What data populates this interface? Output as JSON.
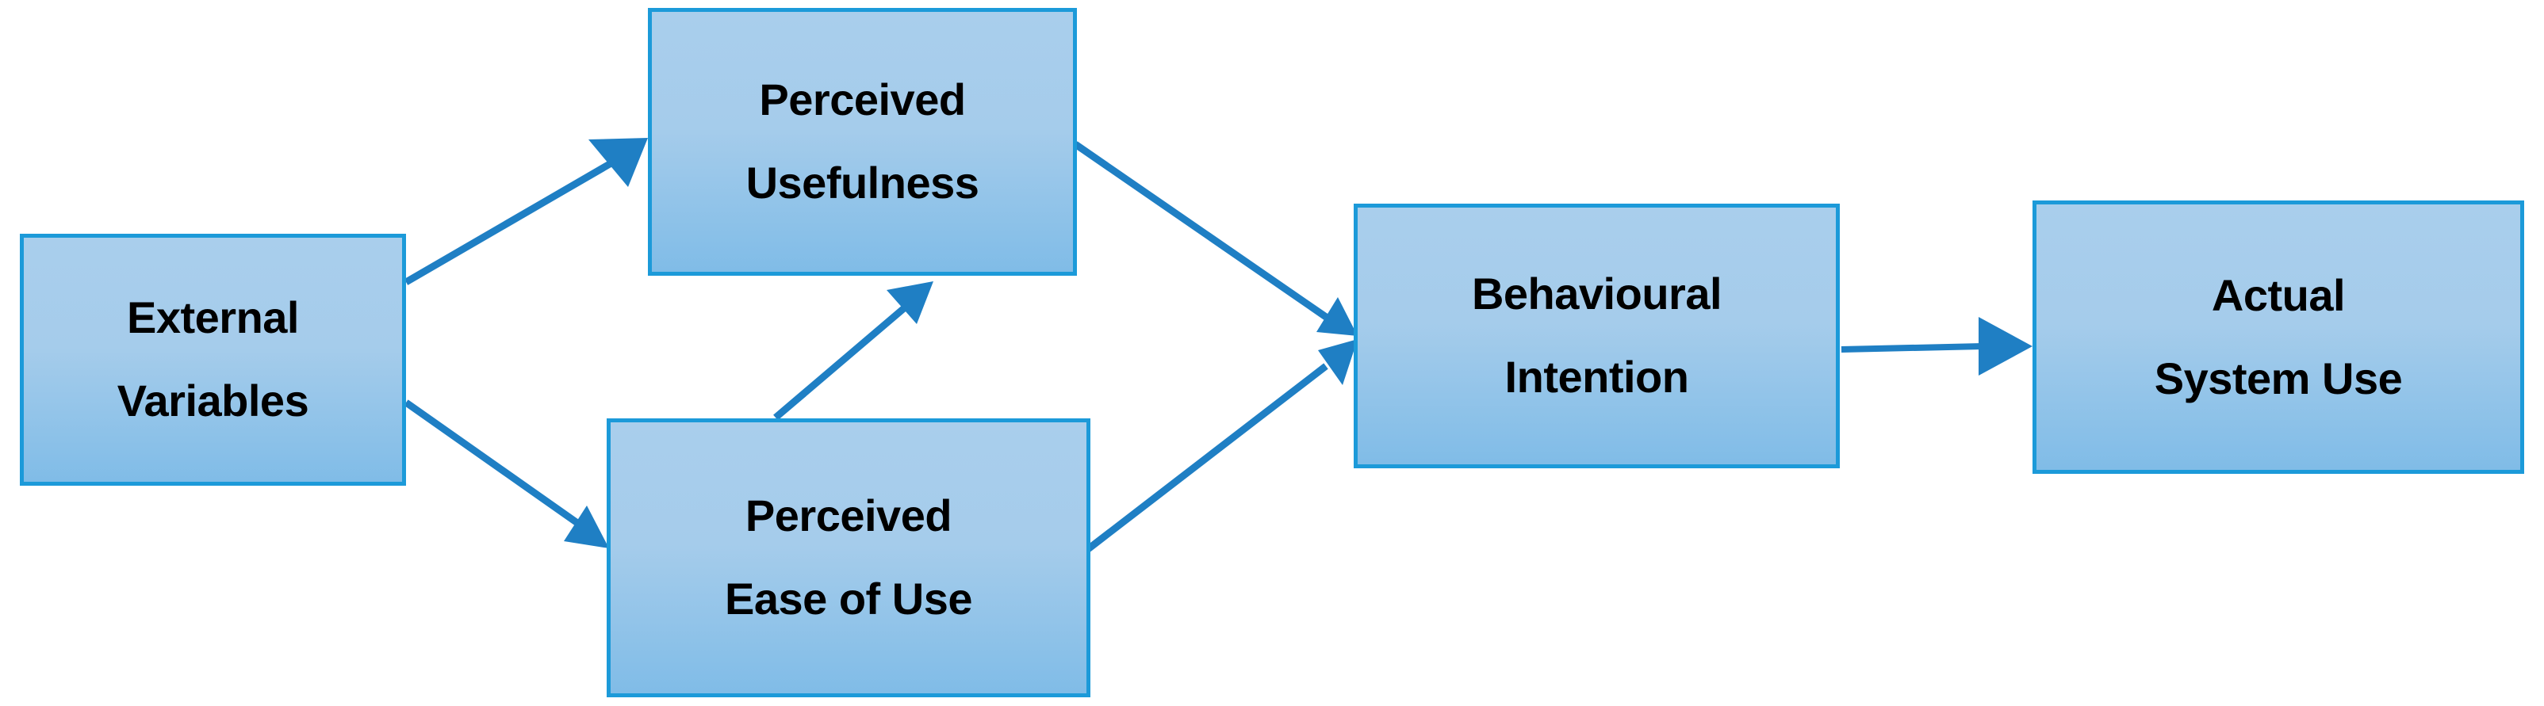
{
  "diagram": {
    "type": "flow-diagram",
    "background_color": "#FFFFFF",
    "node_fill_top": "#A9CEEC",
    "node_fill_bottom": "#80BCE7",
    "node_border_color": "#1C9AD9",
    "arrow_color": "#1F7FC4",
    "text_color": "#000000",
    "nodes": [
      {
        "id": "external-variables",
        "line1": "External",
        "line2": "Variables"
      },
      {
        "id": "perceived-usefulness",
        "line1": "Perceived",
        "line2": "Usefulness"
      },
      {
        "id": "perceived-ease-of-use",
        "line1": "Perceived",
        "line2": "Ease of Use"
      },
      {
        "id": "behavioural-intention",
        "line1": "Behavioural",
        "line2": "Intention"
      },
      {
        "id": "actual-system-use",
        "line1": "Actual",
        "line2": "System Use"
      }
    ],
    "edges": [
      {
        "id": "external-variables-to-perceived-usefulness",
        "from": "external-variables",
        "to": "perceived-usefulness",
        "label": ""
      },
      {
        "id": "external-variables-to-perceived-ease-of-use",
        "from": "external-variables",
        "to": "perceived-ease-of-use",
        "label": ""
      },
      {
        "id": "perceived-ease-of-use-to-perceived-usefulness",
        "from": "perceived-ease-of-use",
        "to": "perceived-usefulness",
        "label": ""
      },
      {
        "id": "perceived-usefulness-to-behavioural-intention",
        "from": "perceived-usefulness",
        "to": "behavioural-intention",
        "label": ""
      },
      {
        "id": "perceived-ease-of-use-to-behavioural-intention",
        "from": "perceived-ease-of-use",
        "to": "behavioural-intention",
        "label": ""
      },
      {
        "id": "behavioural-intention-to-actual-system-use",
        "from": "behavioural-intention",
        "to": "actual-system-use",
        "label": ""
      }
    ]
  }
}
